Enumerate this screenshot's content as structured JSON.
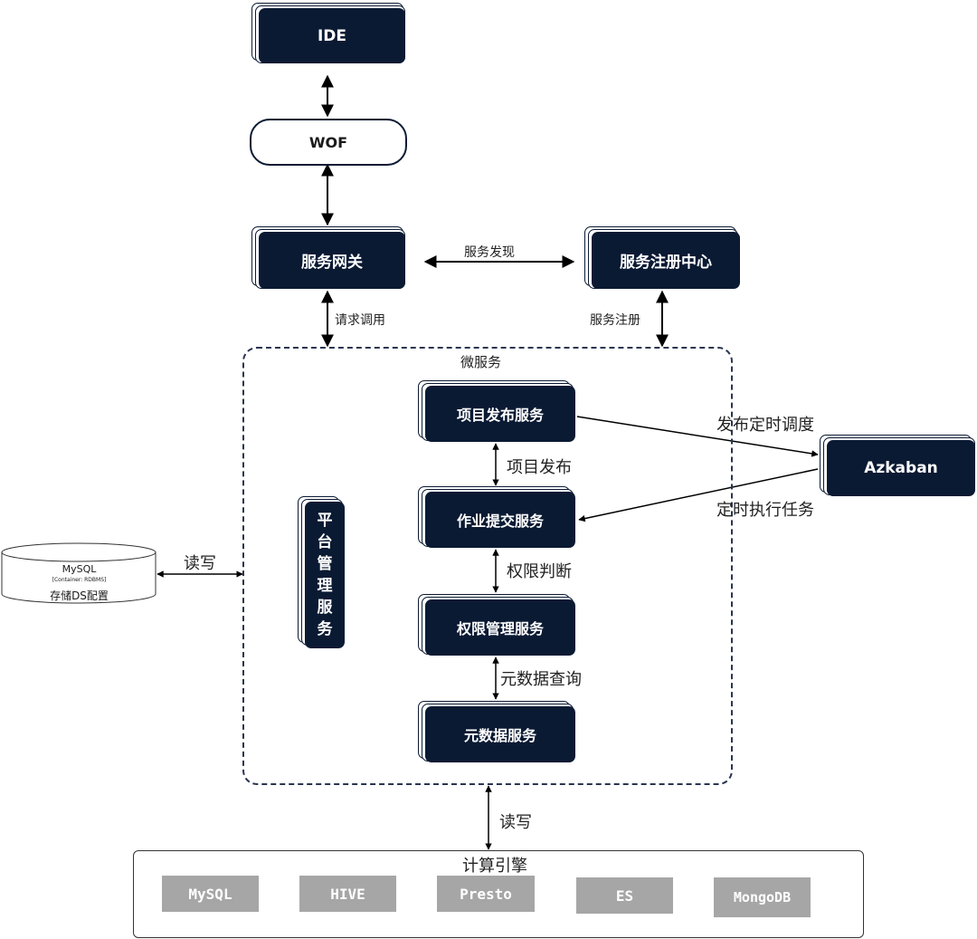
{
  "nodes": {
    "ide": "IDE",
    "wof": "WOF",
    "gateway": "服务网关",
    "registry": "服务注册中心",
    "publish": "项目发布服务",
    "submit": "作业提交服务",
    "permission": "权限管理服务",
    "metadata": "元数据服务",
    "platform": [
      "平",
      "台",
      "管",
      "理",
      "服",
      "务"
    ],
    "azkaban": "Azkaban"
  },
  "edges": {
    "discovery": "服务发现",
    "request": "请求调用",
    "register": "服务注册",
    "project_publish": "项目发布",
    "permission_check": "权限判断",
    "metadata_query": "元数据查询",
    "schedule_publish": "发布定时调度",
    "schedule_run": "定时执行任务",
    "rw_left": "读写",
    "rw_bottom": "读写"
  },
  "microservice_group": "微服务",
  "database": {
    "name": "MySQL",
    "type": "[Container: RDBMS]",
    "desc": "存储DS配置"
  },
  "engines": {
    "title": "计算引擎",
    "items": [
      "MySQL",
      "HIVE",
      "Presto",
      "ES",
      "MongoDB"
    ]
  }
}
